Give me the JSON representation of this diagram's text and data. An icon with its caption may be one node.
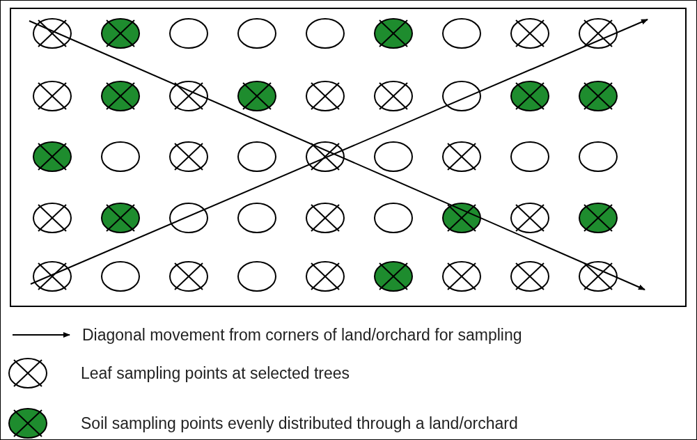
{
  "diagram": {
    "legend": [
      {
        "text": "Diagonal movement from corners of land/orchard for sampling"
      },
      {
        "text": "Leaf sampling points at selected trees"
      },
      {
        "text": "Soil sampling points evenly distributed through a land/orchard"
      }
    ]
  }
}
